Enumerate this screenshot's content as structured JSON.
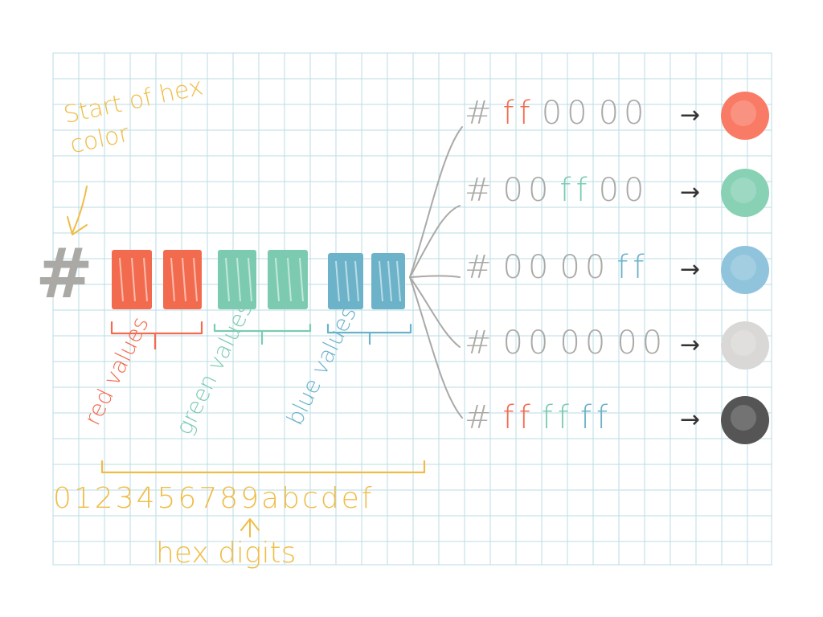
{
  "colors": {
    "grid": "#b9dde6",
    "red": "#f36b4f",
    "green": "#7ccbb0",
    "blue": "#6cb2c9",
    "gray": "#aaa9a6",
    "yellow": "#efbd47",
    "black": "#505050",
    "white_swatch": "#dedddb"
  },
  "labels": {
    "start_note": "Start of hex color",
    "hash": "#",
    "red_note": "red values",
    "green_note": "green values",
    "blue_note": "blue values",
    "digit_list": "0123456789abcdef",
    "hex_digits": "hex digits",
    "arrow_glyph": "→"
  },
  "examples": [
    {
      "hash": "#",
      "r": "ff",
      "g": "00",
      "b": "00",
      "r_color": "red",
      "g_color": "gray",
      "b_color": "gray",
      "swatch": "#f97b66"
    },
    {
      "hash": "#",
      "r": "00",
      "g": "ff",
      "b": "00",
      "r_color": "gray",
      "g_color": "green",
      "b_color": "gray",
      "swatch": "#88d1b5"
    },
    {
      "hash": "#",
      "r": "00",
      "g": "00",
      "b": "ff",
      "r_color": "gray",
      "g_color": "gray",
      "b_color": "blue",
      "swatch": "#8fc4dc"
    },
    {
      "hash": "#",
      "r": "00",
      "g": "00",
      "b": "00",
      "r_color": "gray",
      "g_color": "gray",
      "b_color": "gray",
      "swatch": "#d9d8d6"
    },
    {
      "hash": "#",
      "r": "ff",
      "g": "ff",
      "b": "ff",
      "r_color": "red",
      "g_color": "green",
      "b_color": "blue",
      "swatch": "#555555"
    }
  ]
}
